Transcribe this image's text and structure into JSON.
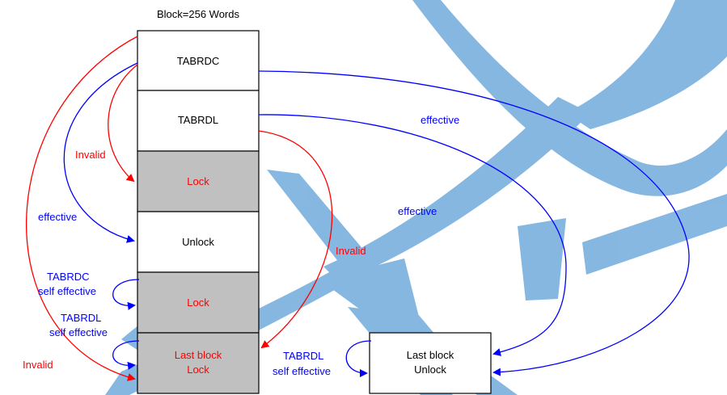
{
  "title": "Block=256 Words",
  "colors": {
    "effective": "#0000ff",
    "invalid": "#ff0000",
    "locked_fill": "#c0c0c0",
    "unlocked_fill": "#ffffff",
    "watermark": "#7fb4df"
  },
  "blocks": [
    {
      "label": "TABRDC",
      "state": "unlocked",
      "text_color": "#000000"
    },
    {
      "label": "TABRDL",
      "state": "unlocked",
      "text_color": "#000000"
    },
    {
      "label": "Lock",
      "state": "locked",
      "text_color": "#ff0000"
    },
    {
      "label": "Unlock",
      "state": "unlocked",
      "text_color": "#000000"
    },
    {
      "label": "Lock",
      "state": "locked",
      "text_color": "#ff0000"
    },
    {
      "label_line1": "Last block",
      "label_line2": "Lock",
      "state": "locked",
      "text_color": "#ff0000"
    }
  ],
  "last_block_unlock": {
    "label_line1": "Last block",
    "label_line2": "Unlock"
  },
  "annotations": {
    "invalid_left": "Invalid",
    "effective_left": "effective",
    "tabrdc_self_line1": "TABRDC",
    "tabrdc_self_line2": "self effective",
    "tabrdl_self_line1": "TABRDL",
    "tabrdl_self_line2": "self effective",
    "invalid_bottom": "Invalid",
    "invalid_mid": "Invalid",
    "effective_top_right": "effective",
    "effective_mid_right": "effective",
    "tabrdl_right_line1": "TABRDL",
    "tabrdl_right_line2": "self effective"
  }
}
